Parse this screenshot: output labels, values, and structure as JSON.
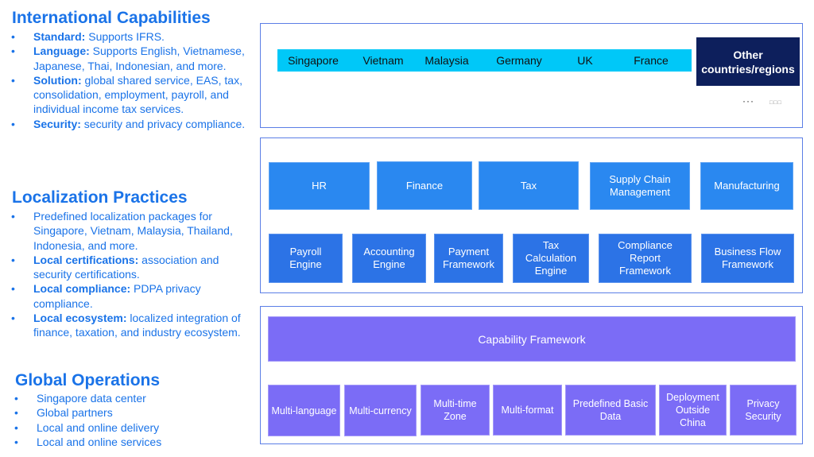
{
  "left": {
    "international": {
      "title": "International Capabilities",
      "items": [
        {
          "label": "Standard:",
          "text": " Supports IFRS."
        },
        {
          "label": "Language:",
          "text": " Supports English, Vietnamese, Japanese, Thai, Indonesian, and more."
        },
        {
          "label": "Solution:",
          "text": " global shared service, EAS, tax, consolidation, employment, payroll, and individual income tax services."
        },
        {
          "label": "Security:",
          "text": " security and privacy compliance."
        }
      ]
    },
    "localization": {
      "title": "Localization Practices",
      "items": [
        {
          "label": "",
          "text": "Predefined localization packages for Singapore, Vietnam, Malaysia, Thailand, Indonesia, and more."
        },
        {
          "label": "Local certifications:",
          "text": " association and security certifications."
        },
        {
          "label": "Local compliance:",
          "text": " PDPA privacy compliance."
        },
        {
          "label": "Local ecosystem:",
          "text": " localized integration of finance, taxation, and industry ecosystem."
        }
      ]
    },
    "global": {
      "title": "Global Operations",
      "items": [
        {
          "text": "Singapore data center"
        },
        {
          "text": "Global partners"
        },
        {
          "text": "Local and online delivery"
        },
        {
          "text": "Local and online services"
        }
      ]
    },
    "bullet": "•"
  },
  "regions": {
    "countries": [
      "Singapore",
      "Vietnam",
      "Malaysia",
      "Germany",
      "UK",
      "France"
    ],
    "other": "Other countries/regions",
    "ellipsis": "···",
    "ellipsis_small": "□□□"
  },
  "business": {
    "top": [
      "HR",
      "Finance",
      "Tax",
      "Supply Chain Management",
      "Manufacturing"
    ],
    "bottom": [
      "Payroll Engine",
      "Accounting Engine",
      "Payment Framework",
      "Tax Calculation Engine",
      "Compliance Report Framework",
      "Business Flow Framework"
    ]
  },
  "capability": {
    "title": "Capability Framework",
    "items": [
      "Multi-language",
      "Multi-currency",
      "Multi-time Zone",
      "Multi-format",
      "Predefined Basic Data",
      "Deployment Outside China",
      "Privacy Security"
    ]
  },
  "colors": {
    "heading_blue": "#1a73e8",
    "country_bar": "#00c8f8",
    "other_box": "#0d1f5c",
    "module_blue": "#2a88f0",
    "engine_blue": "#2c73e6",
    "capability_purple": "#7b6cf6",
    "panel_border": "#5b7ee6"
  }
}
